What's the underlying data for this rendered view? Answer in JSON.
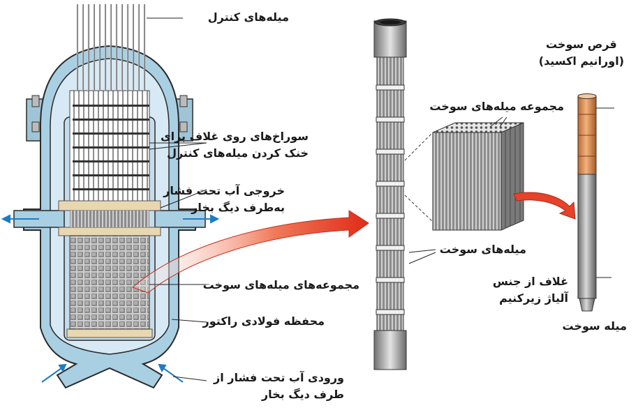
{
  "labels": {
    "control_rods": "میله‌های کنترل",
    "cooling_holes": [
      "سوراخ‌های روی غلاف برای",
      "خنک کردن میله‌های کنترل"
    ],
    "water_outlet": [
      "خروجی آب تحت فشار",
      "به‌طرف دیگ بخار"
    ],
    "fuel_assemblies": "مجموعه‌های میله‌های سوخت",
    "steel_vessel": "محفظه فولادی راکتور",
    "water_inlet": [
      "ورودی آب تحت فشار از",
      "طرف دیگ بخار"
    ],
    "fuel_assembly": "مجموعه میله‌های سوخت",
    "fuel_rods": "میله‌های سوخت",
    "fuel_pellet": [
      "قرص سوخت",
      "(اورانیم اکسید)"
    ],
    "cladding": [
      "غلاف از جنس",
      "آلیاژ زیرکنیم"
    ],
    "fuel_rod": "میله سوخت"
  },
  "colors": {
    "vessel_outer": "#a9cfe3",
    "vessel_inner": "#d7e9f4",
    "steel_gray": "#8e8e8e",
    "pellet_orange": "#d98a4b",
    "arrow_red": "#e03a22",
    "water_arrow_blue": "#1c7cc4",
    "beige_band": "#e8d7b0"
  }
}
